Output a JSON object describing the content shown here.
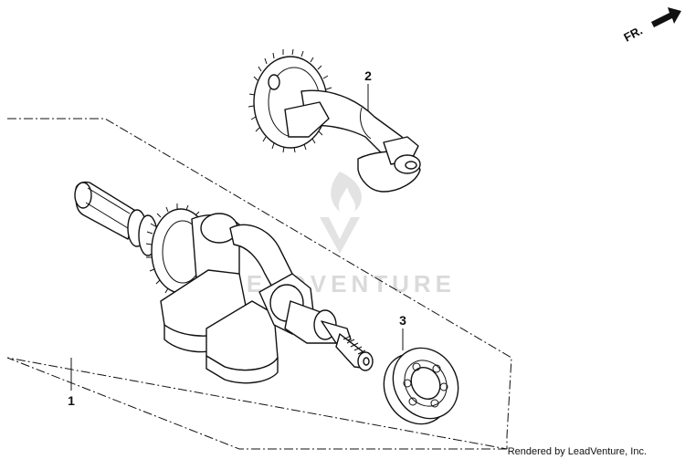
{
  "direction": {
    "label": "FR.",
    "icon": "front-direction-arrow-icon"
  },
  "callouts": [
    {
      "number": "1",
      "part": "crankshaft"
    },
    {
      "number": "2",
      "part": "balancer-shaft"
    },
    {
      "number": "3",
      "part": "bearing"
    }
  ],
  "watermark": {
    "text": "LEADVENTURE",
    "icon": "leadventure-flame-logo-icon"
  },
  "footer": {
    "credit": "Rendered by LeadVenture, Inc."
  }
}
